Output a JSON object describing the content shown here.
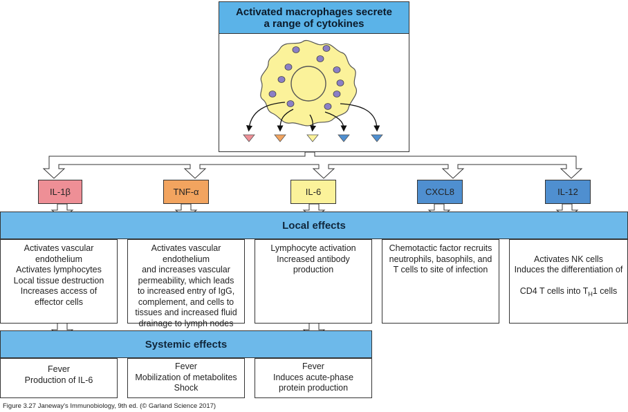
{
  "header": {
    "title_line1": "Activated macrophages secrete",
    "title_line2": "a range of cytokines"
  },
  "cytokines": [
    {
      "label": "IL-1β",
      "color": "#ee8f96"
    },
    {
      "label": "TNF-α",
      "color": "#f2a45f"
    },
    {
      "label": "IL-6",
      "color": "#fbf29a"
    },
    {
      "label": "CXCL8",
      "color": "#4f8fd0"
    },
    {
      "label": "IL-12",
      "color": "#4f8fd0"
    }
  ],
  "local": {
    "title": "Local effects",
    "effects": [
      "Activates vascular endothelium\nActivates lymphocytes\nLocal tissue destruction\nIncreases access of\neffector cells",
      "Activates vascular endothelium\nand increases vascular\npermeability, which leads\nto increased entry of IgG,\ncomplement, and cells to\ntissues and increased fluid\ndrainage to lymph nodes",
      "Lymphocyte activation\nIncreased antibody\nproduction",
      "Chemotactic factor recruits\nneutrophils, basophils, and\nT cells to site of infection",
      "Activates NK cells\nInduces the differentiation of"
    ],
    "il12_line3_prefix": "CD4 T cells into T",
    "il12_line3_sub": "H",
    "il12_line3_suffix": "1 cells"
  },
  "systemic": {
    "title": "Systemic effects",
    "effects": [
      "Fever\nProduction of IL-6",
      "Fever\nMobilization of metabolites\nShock",
      "Fever\nInduces acute-phase\nprotein production"
    ]
  },
  "caption": "Figure 3.27 Janeway's Immunobiology, 9th ed. (© Garland Science 2017)",
  "colors": {
    "header_blue": "#5bb3e8",
    "band_blue": "#6db9ea",
    "macrophage_body": "#fbf29a",
    "granule": "#8b7fc6",
    "nucleus": "#fbf29a"
  }
}
